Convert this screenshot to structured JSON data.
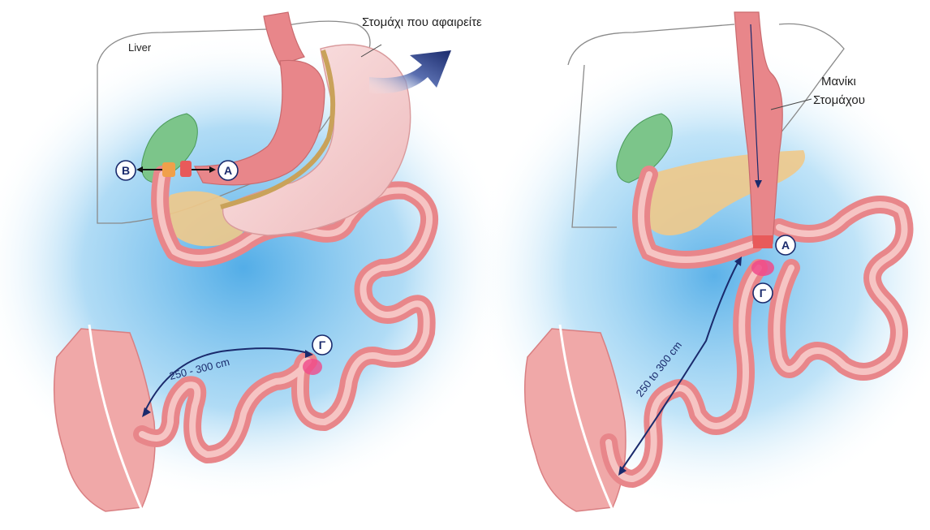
{
  "left_panel": {
    "liver_label": "Liver",
    "removed_stomach_label": "Στομάχι που αφαιρείτε",
    "markers": {
      "a": "A",
      "b": "B",
      "g": "Γ"
    },
    "distance_label": "250 - 300 cm"
  },
  "right_panel": {
    "sleeve_label_line1": "Μανίκι",
    "sleeve_label_line2": "Στομάχου",
    "markers": {
      "a": "A",
      "g": "Γ"
    },
    "distance_label": "250 to 300 cm"
  },
  "colors": {
    "intestine": "#e8868a",
    "intestine_light": "#f6c4c3",
    "stomach_pouch": "#f7d6d6",
    "pancreas": "#f0c98a",
    "gallbladder": "#7cc58a",
    "background_glow": "#5bb6ea",
    "arrow": "#1a2a6c"
  }
}
